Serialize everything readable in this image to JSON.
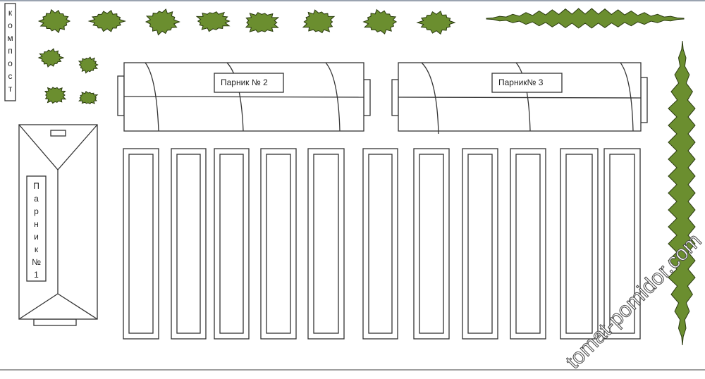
{
  "title": "Garden plot layout",
  "compost": {
    "label": "компост"
  },
  "greenhouses": [
    {
      "id": 1,
      "label": "Парник №1",
      "letters": [
        "П",
        "а",
        "р",
        "н",
        "и",
        "к",
        "№",
        "1"
      ]
    },
    {
      "id": 2,
      "label": "Парник № 2"
    },
    {
      "id": 3,
      "label": "Парник№ 3"
    }
  ],
  "beds_count": 11,
  "bushes_count": 12,
  "hedges_count": 2,
  "watermark": "tomat-pomidor.com",
  "colors": {
    "foliage": "#6b8e2f",
    "outline": "#333333"
  }
}
